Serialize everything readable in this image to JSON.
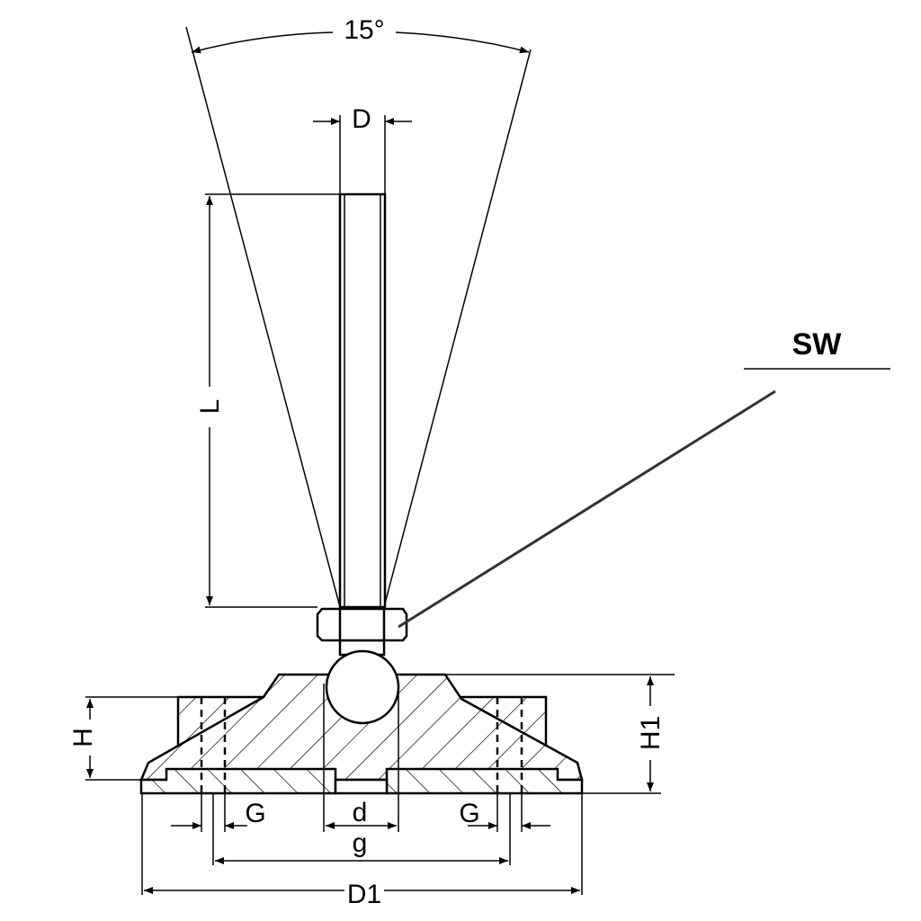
{
  "drawing": {
    "angle_label": "15°",
    "labels": {
      "D": "D",
      "L": "L",
      "SW": "SW",
      "H": "H",
      "H1": "H1",
      "G_left": "G",
      "G_right": "G",
      "d": "d",
      "g": "g",
      "D1": "D1"
    },
    "line_color": "#000000",
    "leader_color": "#333333"
  }
}
